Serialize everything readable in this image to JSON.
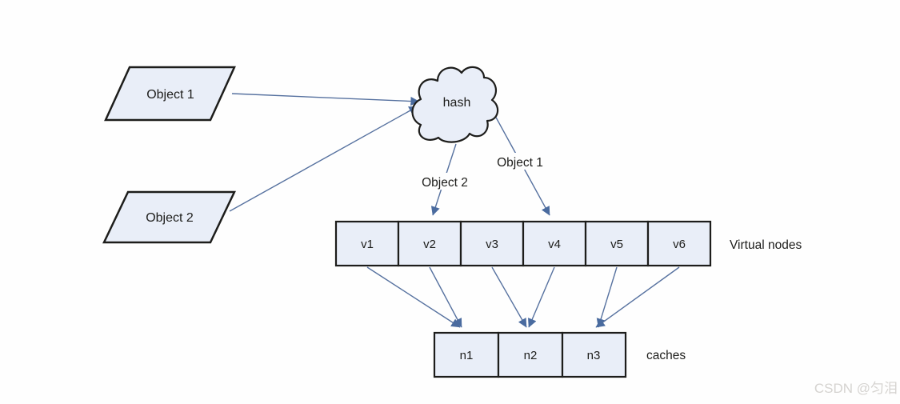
{
  "diagram": {
    "objects": [
      {
        "label": "Object 1"
      },
      {
        "label": "Object 2"
      }
    ],
    "hash_node": {
      "label": "hash"
    },
    "virtual_nodes": {
      "caption": "Virtual nodes",
      "items": [
        {
          "label": "v1"
        },
        {
          "label": "v2"
        },
        {
          "label": "v3"
        },
        {
          "label": "v4"
        },
        {
          "label": "v5"
        },
        {
          "label": "v6"
        }
      ]
    },
    "caches": {
      "caption": "caches",
      "items": [
        {
          "label": "n1"
        },
        {
          "label": "n2"
        },
        {
          "label": "n3"
        }
      ]
    },
    "edges": [
      {
        "from": "Object 1",
        "to": "hash"
      },
      {
        "from": "Object 2",
        "to": "hash"
      },
      {
        "from": "hash",
        "to": "v2",
        "label": "Object 2"
      },
      {
        "from": "hash",
        "to": "v4",
        "label": "Object 1"
      },
      {
        "from": "v1",
        "to": "n1"
      },
      {
        "from": "v2",
        "to": "n1"
      },
      {
        "from": "v3",
        "to": "n2"
      },
      {
        "from": "v4",
        "to": "n2"
      },
      {
        "from": "v5",
        "to": "n3"
      },
      {
        "from": "v6",
        "to": "n3"
      }
    ]
  },
  "watermark": "CSDN @匀泪",
  "colors": {
    "shape_fill": "#e9eef8",
    "shape_border": "#1d1d1b",
    "arrow_line": "#56719f",
    "arrow_head": "#4a6b9f",
    "text": "#1d1d1b",
    "watermark": "#d5d3d0"
  }
}
